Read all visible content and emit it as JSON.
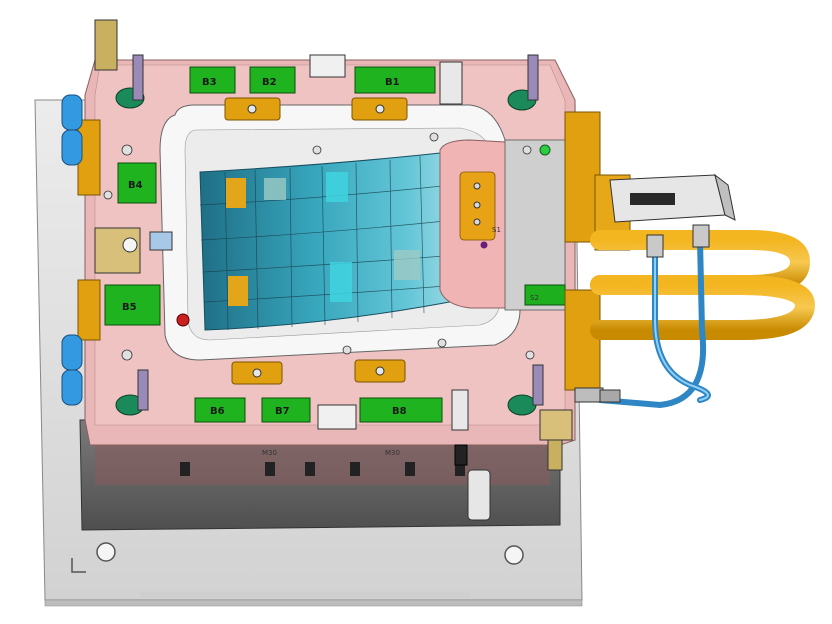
{
  "labels": {
    "plate_top_1": "B3",
    "plate_top_2": "B2",
    "plate_top_3": "B1",
    "plate_left_1": "B4",
    "plate_left_2": "B5",
    "plate_bot_1": "B6",
    "plate_bot_2": "B7",
    "plate_bot_3": "B8",
    "slider_1": "S1",
    "slider_2": "S2",
    "engrave_1": "M30",
    "engrave_2": "M30"
  },
  "colors": {
    "plate": "#e2e2e2",
    "mold_pink": "#e8b4b4",
    "cavity": "#2d8ea1",
    "green": "#1fb31f",
    "yellow": "#e0a010",
    "blue": "#3399e0",
    "hose": "#2f86c4"
  }
}
